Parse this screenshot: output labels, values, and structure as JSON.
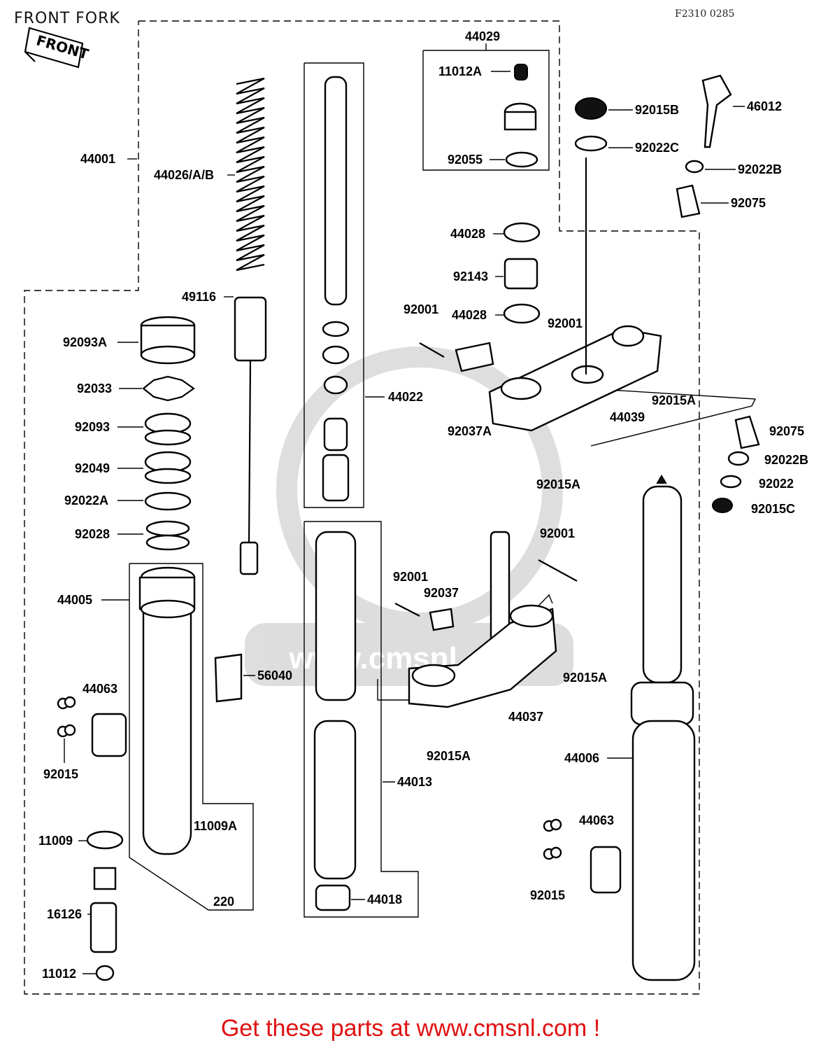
{
  "title": "FRONT FORK",
  "diagram_code": "F2310 0285",
  "front_label": "FRONT",
  "watermark": "www.cmsnl.com",
  "promo_text": "Get these parts at www.cmsnl.com !",
  "parts": {
    "p44001": "44001",
    "p44026": "44026/A/B",
    "p49116": "49116",
    "p92093A": "92093A",
    "p92033": "92033",
    "p92093": "92093",
    "p92049": "92049",
    "p92022A": "92022A",
    "p92028": "92028",
    "p44005": "44005",
    "p44063a": "44063",
    "p92015a": "92015",
    "p11009": "11009",
    "p16126": "16126",
    "p11012": "11012",
    "p11009A": "11009A",
    "p220": "220",
    "p56040": "56040",
    "p44022": "44022",
    "p44013": "44013",
    "p44018": "44018",
    "p44029": "44029",
    "p11012A": "11012A",
    "p92055": "92055",
    "p44028a": "44028",
    "p92143": "92143",
    "p44028b": "44028",
    "p92001a": "92001",
    "p92001b": "92001",
    "p92037A": "92037A",
    "p92015Aa": "92015A",
    "p44039": "44039",
    "p92015Ab": "92015A",
    "p92015B": "92015B",
    "p92022C": "92022C",
    "p46012": "46012",
    "p92022Ba": "92022B",
    "p92075a": "92075",
    "p92075b": "92075",
    "p92022Bb": "92022B",
    "p92022": "92022",
    "p92015C": "92015C",
    "p92001c": "92001",
    "p92001d": "92001",
    "p92037": "92037",
    "p92015Ac": "92015A",
    "p44037": "44037",
    "p92015Ad": "92015A",
    "p44006": "44006",
    "p44063b": "44063",
    "p92015b": "92015"
  }
}
